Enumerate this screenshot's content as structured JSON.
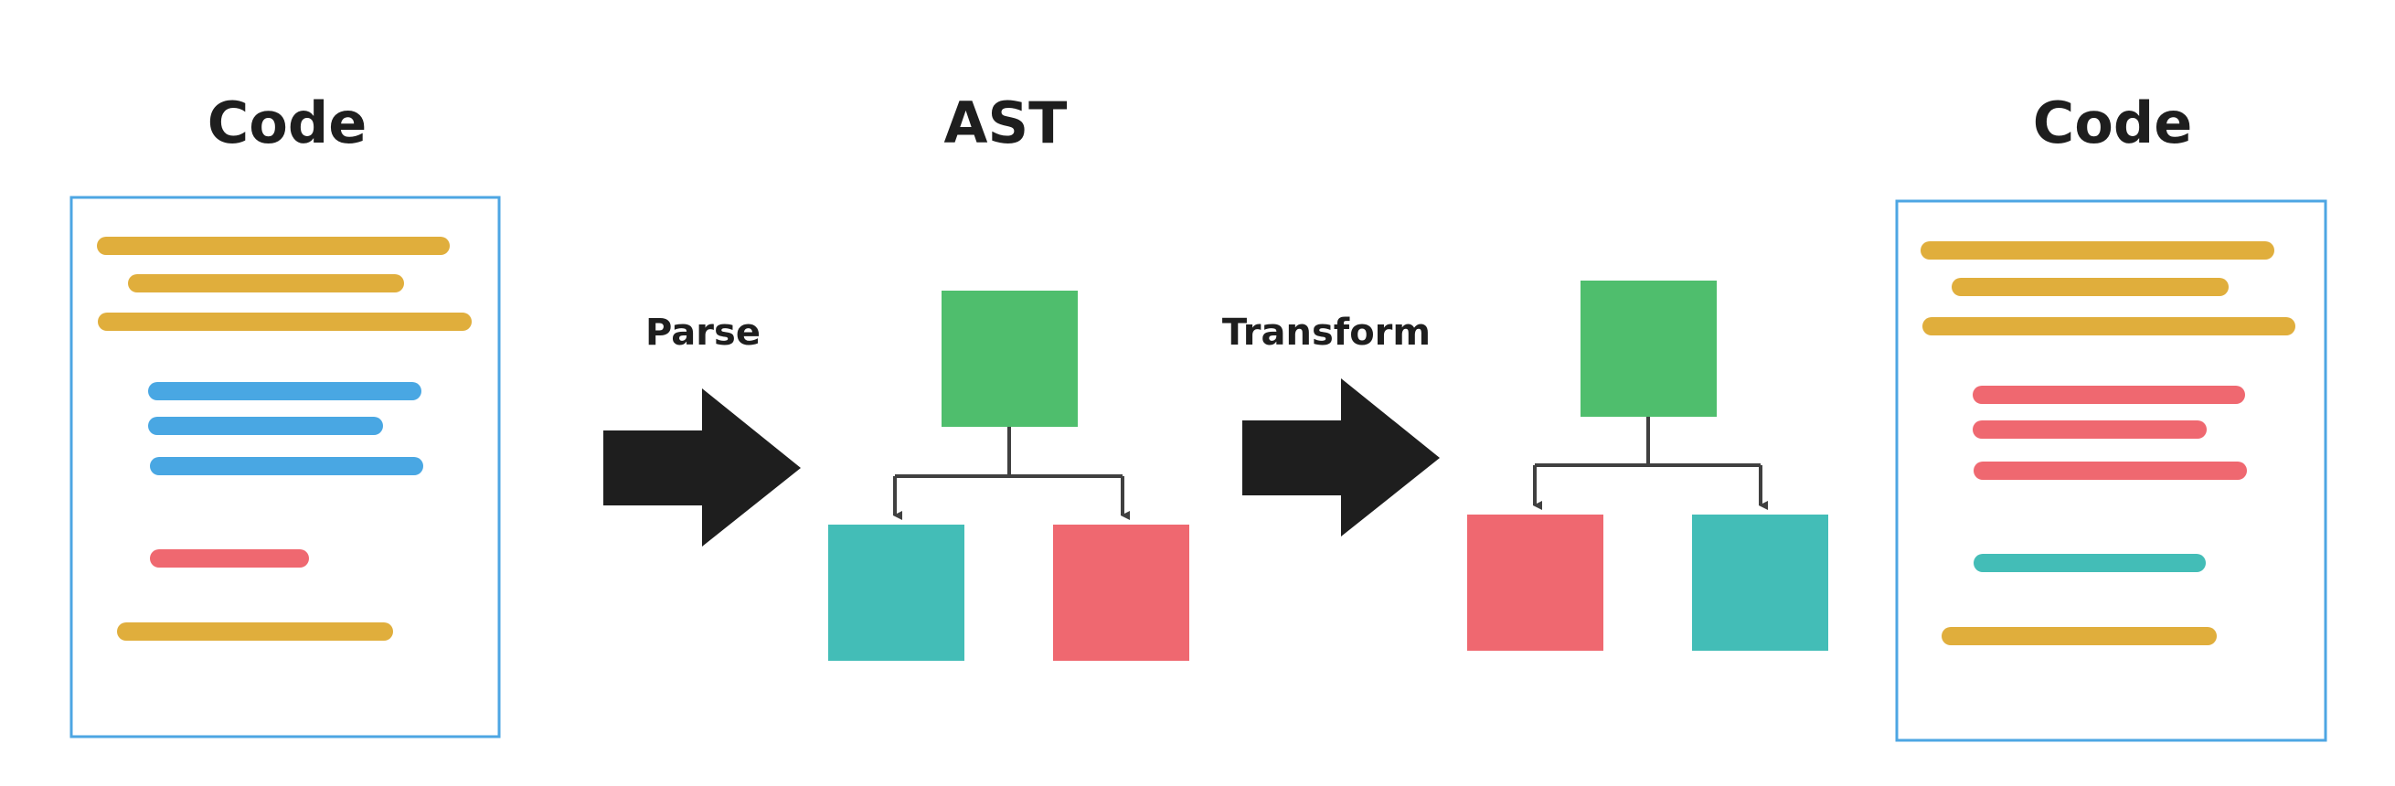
{
  "titles": {
    "left_code": "Code",
    "ast": "AST",
    "right_code": "Code"
  },
  "steps": {
    "parse": "Parse",
    "transform": "Transform"
  },
  "colors": {
    "frame": "#4da6e3",
    "yellow": "#e0ae3c",
    "blue": "#49a7e3",
    "red": "#ef6870",
    "teal": "#43bdb7",
    "green": "#4fbe6d",
    "arrow": "#1e1e1e",
    "connector": "#404040"
  },
  "left_document": {
    "lines": [
      "yellow",
      "yellow",
      "yellow",
      "blue",
      "blue",
      "blue",
      "red",
      "yellow"
    ]
  },
  "right_document": {
    "lines": [
      "yellow",
      "yellow",
      "yellow",
      "red",
      "red",
      "red",
      "teal",
      "yellow"
    ]
  },
  "ast_tree": {
    "root": "green",
    "children": [
      "teal",
      "red"
    ]
  },
  "transformed_tree": {
    "root": "green",
    "children": [
      "red",
      "teal"
    ]
  },
  "icons": {
    "parse_arrow": "arrow-right-icon",
    "transform_arrow": "arrow-right-icon"
  }
}
